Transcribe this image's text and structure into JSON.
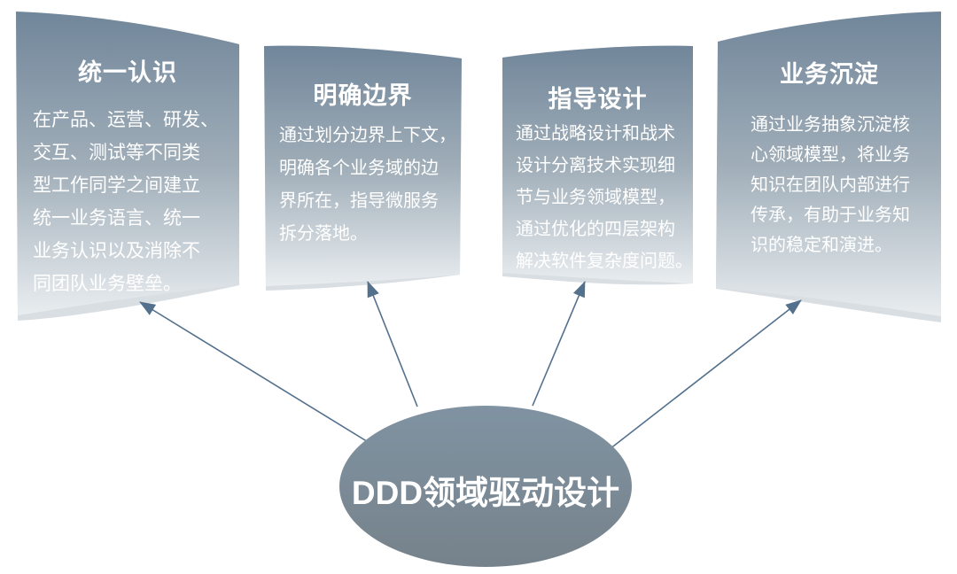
{
  "diagram": {
    "center": {
      "label": "DDD领域驱动设计"
    },
    "panels": [
      {
        "title": "统一认识",
        "body": [
          "在产品、运营、研发、",
          "交互、测试等不同类",
          "型工作同学之间建立",
          "统一业务语言、统一",
          "业务认识以及消除不",
          "同团队业务壁垒。"
        ]
      },
      {
        "title": "明确边界",
        "body": [
          "通过划分边界上下文，",
          "明确各个业务域的边",
          "界所在，指导微服务",
          "拆分落地。"
        ]
      },
      {
        "title": "指导设计",
        "body": [
          "通过战略设计和战术",
          "设计分离技术实现细",
          "节与业务领域模型，",
          "通过优化的四层架构",
          "解决软件复杂度问题。"
        ]
      },
      {
        "title": "业务沉淀",
        "body": [
          "通过业务抽象沉淀核",
          "心领域模型，将业务",
          "知识在团队内部进行",
          "传承，有助于业务知",
          "识的稳定和演进。"
        ]
      }
    ],
    "colors": {
      "panel_top": "#71869a",
      "panel_mid": "#9fadb8",
      "panel_bottom": "#e9edf0",
      "panel_edge": "#d9dee3",
      "ellipse_top": "#8093a2",
      "ellipse_bottom": "#76828b",
      "arrow": "#53708c",
      "text": "#ffffff"
    }
  }
}
